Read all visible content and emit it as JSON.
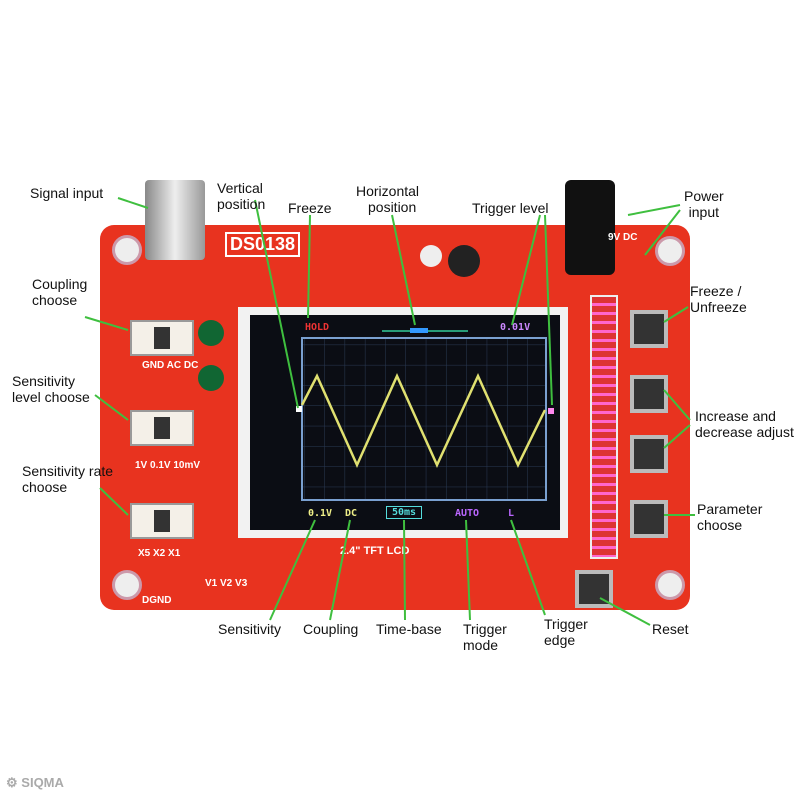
{
  "labels": {
    "signal_input": "Signal input",
    "vertical_position_1": "Vertical",
    "vertical_position_2": "position",
    "freeze": "Freeze",
    "horizontal_position_1": "Horizontal",
    "horizontal_position_2": "position",
    "trigger_level": "Trigger level",
    "power_input_1": "Power",
    "power_input_2": "input",
    "coupling_choose_1": "Coupling",
    "coupling_choose_2": "choose",
    "sens_level_1": "Sensitivity",
    "sens_level_2": "level choose",
    "sens_rate_1": "Sensitivity rate",
    "sens_rate_2": "choose",
    "freeze_unfreeze_1": "Freeze /",
    "freeze_unfreeze_2": "Unfreeze",
    "inc_dec_1": "Increase and",
    "inc_dec_2": "decrease adjust",
    "param_1": "Parameter",
    "param_2": "choose",
    "sensitivity": "Sensitivity",
    "coupling": "Coupling",
    "time_base": "Time-base",
    "trigger_mode_1": "Trigger",
    "trigger_mode_2": "mode",
    "trigger_edge_1": "Trigger",
    "trigger_edge_2": "edge",
    "reset": "Reset"
  },
  "board": {
    "model": "DS0138",
    "lcd": "2.4\" TFT LCD",
    "coupling_marks": "GND AC DC",
    "sens_marks": "1V 0.1V 10mV",
    "rate_marks": "X5 X2 X1",
    "test_points": "V1 V2 V3",
    "dgnd": "DGND",
    "power": "9V DC"
  },
  "screen": {
    "hold": "HOLD",
    "trigger_level": "0.01V",
    "sensitivity": "0.1V",
    "coupling": "DC",
    "time_base": "50ms",
    "trigger_mode": "AUTO",
    "trigger_edge": "L"
  },
  "colors": {
    "board": "#e8331f",
    "arrow": "#3fbf3f",
    "trace": "#e0e070",
    "grid": "#7aa0d0"
  },
  "watermark": "SIQMA"
}
